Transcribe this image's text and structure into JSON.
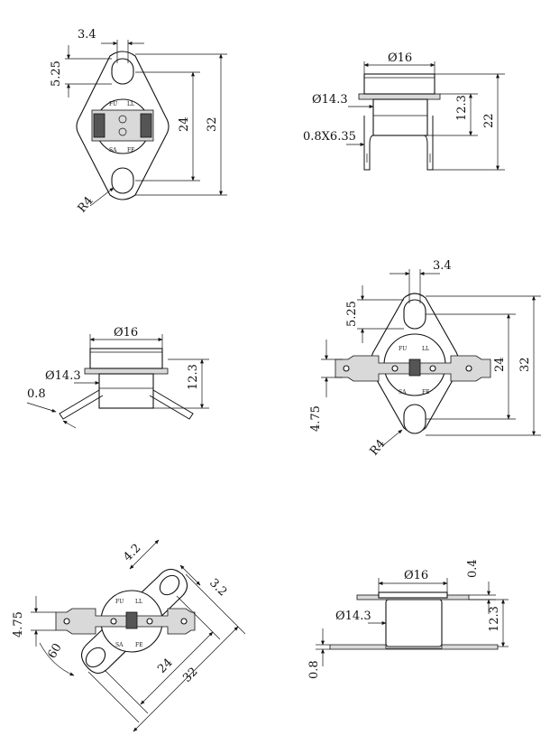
{
  "views": {
    "top_left": {
      "dims": {
        "hole_width": "3.4",
        "hole_height": "5.25",
        "hole_spacing": "24",
        "overall_length": "32",
        "radius": "R4"
      },
      "marks": {
        "upper_left": "FU",
        "upper_right": "LL",
        "lower_left": "SA",
        "lower_right": "FE"
      }
    },
    "top_right": {
      "dims": {
        "cap_diameter": "Ø16",
        "body_diameter": "Ø14.3",
        "terminal_size": "0.8X6.35",
        "body_height": "12.3",
        "overall_height": "22"
      }
    },
    "middle_left": {
      "dims": {
        "cap_diameter": "Ø16",
        "body_diameter": "Ø14.3",
        "thickness": "0.8",
        "body_height": "12.3"
      }
    },
    "middle_right": {
      "dims": {
        "hole_width": "3.4",
        "hole_height": "5.25",
        "hole_spacing": "24",
        "overall_length": "32",
        "terminal_width": "4.75",
        "radius": "R4"
      },
      "marks": {
        "upper_left": "FU",
        "upper_right": "LL",
        "lower_left": "SA",
        "lower_right": "FE"
      }
    },
    "bottom_left": {
      "dims": {
        "flange_width": "4.2",
        "hole_width": "3.2",
        "terminal_width": "4.75",
        "angle": "60",
        "hole_spacing": "24",
        "overall_length": "32"
      },
      "marks": {
        "upper_left": "FU",
        "upper_right": "LL",
        "lower_left": "SA",
        "lower_right": "FE"
      }
    },
    "bottom_right": {
      "dims": {
        "cap_diameter": "Ø16",
        "body_diameter": "Ø14.3",
        "lip_thickness": "0.4",
        "thickness": "0.8",
        "body_height": "12.3"
      }
    }
  }
}
